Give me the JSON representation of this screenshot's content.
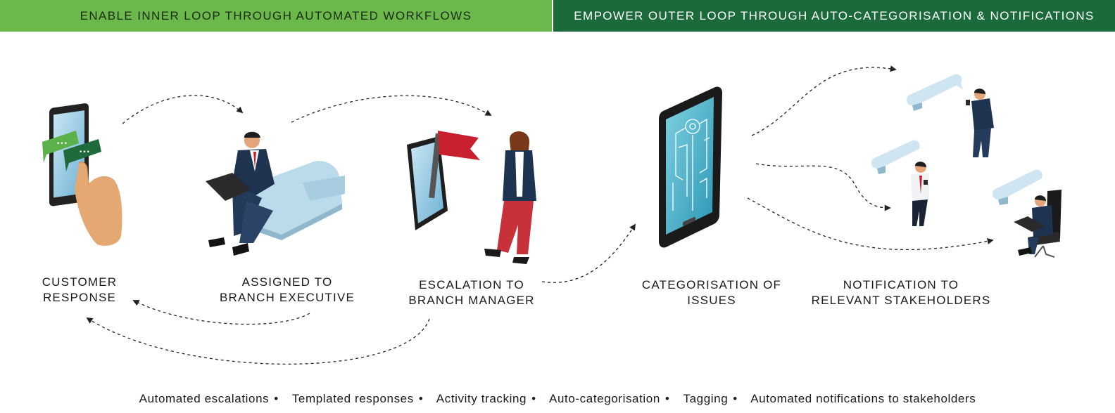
{
  "header": {
    "left": "ENABLE INNER LOOP THROUGH AUTOMATED WORKFLOWS",
    "right": "EMPOWER OUTER LOOP THROUGH AUTO-CATEGORISATION & NOTIFICATIONS"
  },
  "steps": [
    {
      "line1": "CUSTOMER",
      "line2": "RESPONSE"
    },
    {
      "line1": "ASSIGNED TO",
      "line2": "BRANCH EXECUTIVE"
    },
    {
      "line1": "ESCALATION TO",
      "line2": "BRANCH MANAGER"
    },
    {
      "line1": "CATEGORISATION OF",
      "line2": "ISSUES"
    },
    {
      "line1": "NOTIFICATION TO",
      "line2": "RELEVANT STAKEHOLDERS"
    }
  ],
  "footer": {
    "features": [
      "Automated escalations",
      "Templated responses",
      "Activity tracking",
      "Auto-categorisation",
      "Tagging",
      "Automated notifications to stakeholders"
    ],
    "separator": "•"
  },
  "colors": {
    "inner_green": "#6ab94a",
    "outer_green": "#1b6b3a",
    "flag_red": "#c8202f",
    "screen_blue": "#3fb2c9",
    "bubble_blue": "#cfe6f2"
  },
  "icons": [
    "phone-tap-icon",
    "chat-bubble-icon",
    "person-laptop-icon",
    "flag-icon",
    "woman-manager-icon",
    "tablet-circuit-icon",
    "person-phone-icon",
    "person-chair-icon"
  ]
}
